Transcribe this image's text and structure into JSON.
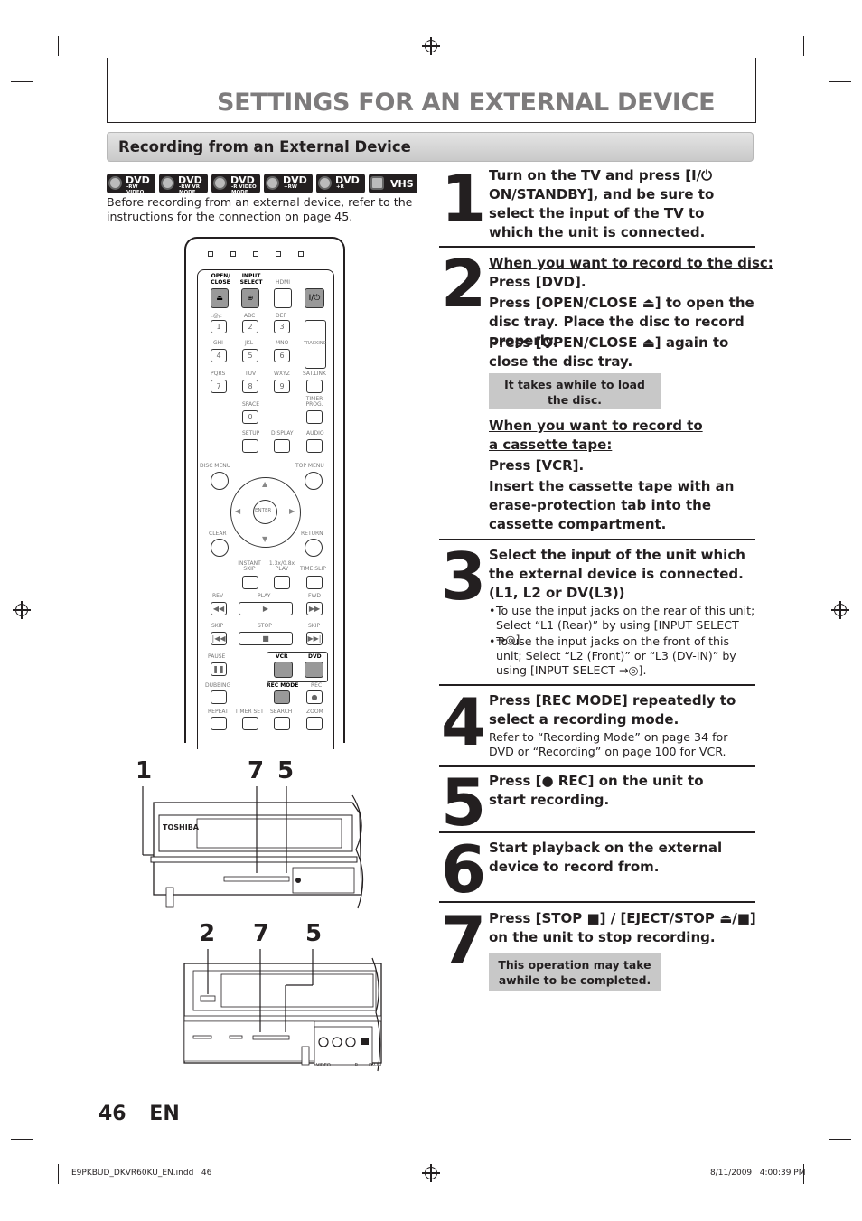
{
  "header": {
    "title": "SETTINGS FOR AN EXTERNAL DEVICE"
  },
  "section": {
    "title": "Recording from an External Device"
  },
  "badges": [
    {
      "main": "DVD",
      "sub": "-RW VIDEO MODE"
    },
    {
      "main": "DVD",
      "sub": "-RW VR MODE"
    },
    {
      "main": "DVD",
      "sub": "-R VIDEO MODE"
    },
    {
      "main": "DVD",
      "sub": "+RW"
    },
    {
      "main": "DVD",
      "sub": "+R"
    },
    {
      "main": "VHS",
      "sub": ""
    }
  ],
  "intro": "Before recording from an external device, refer to the instructions for the connection on page 45.",
  "remote": {
    "top_labels": {
      "open_close": "OPEN/ CLOSE",
      "input_select": "INPUT SELECT",
      "hdmi": "HDMI"
    },
    "row1_labels": [
      ".@/:",
      "ABC",
      "DEF"
    ],
    "row1_keys": [
      "1",
      "2",
      "3"
    ],
    "row2_labels": [
      "GHI",
      "JKL",
      "MNO"
    ],
    "row2_keys": [
      "4",
      "5",
      "6"
    ],
    "row3_labels": [
      "PQRS",
      "TUV",
      "WXYZ",
      "SAT.LINK"
    ],
    "row3_keys": [
      "7",
      "8",
      "9"
    ],
    "tracking": "TRACKING",
    "space": "SPACE",
    "zero": "0",
    "timer_prog": "TIMER PROG.",
    "row5_labels": [
      "SETUP",
      "DISPLAY",
      "AUDIO"
    ],
    "disc_menu": "DISC MENU",
    "top_menu": "TOP MENU",
    "enter": "ENTER",
    "clear": "CLEAR",
    "return": "RETURN",
    "instant_skip": "INSTANT SKIP",
    "play_speed": "1.3x/0.8x PLAY",
    "time_slip": "TIME SLIP",
    "rev": "REV",
    "play": "PLAY",
    "fwd": "FWD",
    "skip": "SKIP",
    "stop": "STOP",
    "skip2": "SKIP",
    "pause": "PAUSE",
    "vcr": "VCR",
    "dvd": "DVD",
    "dubbing": "DUBBING",
    "rec_mode": "REC MODE",
    "rec": "REC",
    "bottom_labels": [
      "REPEAT",
      "TIMER SET",
      "SEARCH",
      "ZOOM"
    ]
  },
  "callouts": {
    "front_top": [
      "1",
      "7",
      "5"
    ],
    "front_bottom": [
      "2",
      "7",
      "5"
    ]
  },
  "device": {
    "brand": "TOSHIBA",
    "jacks": [
      "VIDEO",
      "L",
      "R",
      "DV-IN"
    ]
  },
  "steps": [
    {
      "num": "1",
      "text": "Turn on the TV and press [I/⏻ ON/STANDBY], and be sure to select the input of the TV to which the unit is connected."
    },
    {
      "num": "2",
      "disc_heading": "When you want to record to the disc:",
      "disc_press": "Press [DVD].",
      "disc_open": "Press [OPEN/CLOSE ⏏] to open the disc tray. Place the disc to record properly.",
      "disc_close": "Press [OPEN/CLOSE ⏏] again to close the disc tray.",
      "disc_note": "It takes awhile to load the disc.",
      "tape_heading": "When you want to record to a cassette tape:",
      "tape_press": "Press [VCR].",
      "tape_insert": "Insert the cassette tape with an erase-protection tab into the cassette compartment."
    },
    {
      "num": "3",
      "text": "Select the input of the unit which the external device is connected. (L1, L2 or DV(L3))",
      "bullet1": "To use the input jacks on the rear of this unit; Select “L1 (Rear)” by using [INPUT SELECT →◎].",
      "bullet2": "To use the input jacks on the front of this unit; Select “L2 (Front)” or “L3 (DV-IN)” by using [INPUT SELECT →◎]."
    },
    {
      "num": "4",
      "text": "Press [REC MODE] repeatedly to select a recording mode.",
      "sub": "Refer to “Recording Mode” on page 34 for DVD or “Recording” on page 100 for VCR."
    },
    {
      "num": "5",
      "text": "Press [● REC] on the unit to start recording."
    },
    {
      "num": "6",
      "text": "Start playback on the external device to record from."
    },
    {
      "num": "7",
      "text": "Press [STOP ■] / [EJECT/STOP ⏏/■] on the unit to stop recording.",
      "note": "This operation may take awhile to be completed."
    }
  ],
  "page": {
    "number": "46",
    "lang": "EN"
  },
  "footer": {
    "file": "E9PKBUD_DKVR60KU_EN.indd   46",
    "date": "8/11/2009   4:00:39 PM"
  }
}
